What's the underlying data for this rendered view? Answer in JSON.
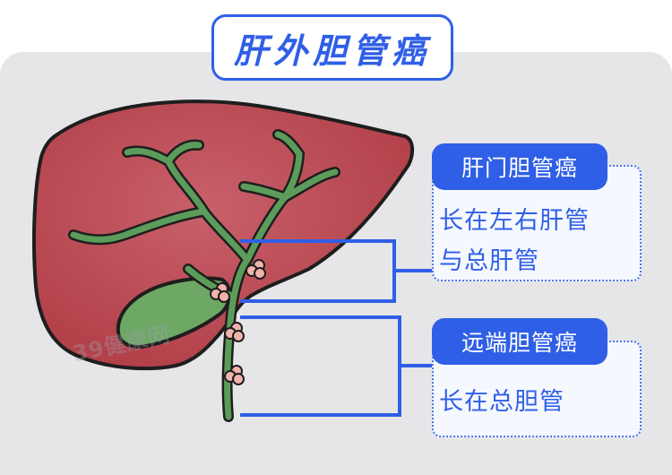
{
  "title": "肝外胆管癌",
  "cards": [
    {
      "heading": "肝门胆管癌",
      "description": "长在左右肝管\n与总肝管"
    },
    {
      "heading": "远端胆管癌",
      "description": "长在总胆管"
    }
  ],
  "watermark": "39健康网",
  "colors": {
    "accent": "#2f5fe6",
    "liver": "#b9444c",
    "bile_duct": "#5c9c5a",
    "tumor": "#f2b3ad",
    "panel": "#e6e6e8"
  }
}
